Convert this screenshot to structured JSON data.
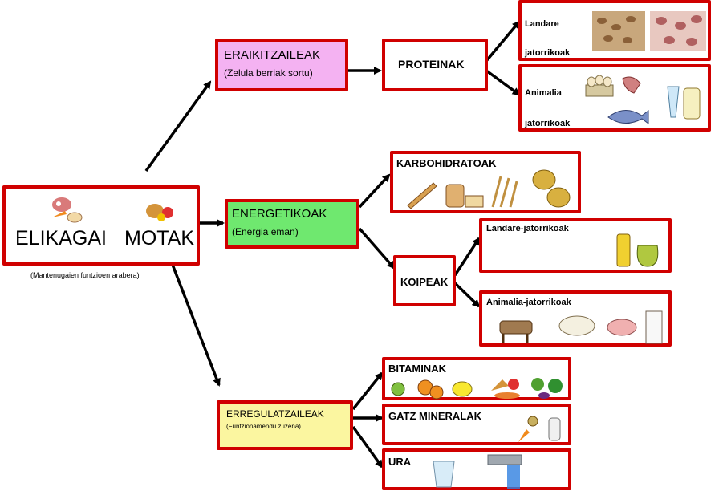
{
  "root": {
    "word1": "ELIKAGAI",
    "word2": "MOTAK",
    "caption": "(Mantenugaien funtzioen arabera)"
  },
  "eraikitzaileak": {
    "title": "ERAIKITZAILEAK",
    "subtitle": "(Zelula berriak sortu)"
  },
  "energetikoak": {
    "title": "ENERGETIKOAK",
    "subtitle": "(Energia eman)"
  },
  "erregulatzaileak": {
    "title": "ERREGULATZAILEAK",
    "subtitle": "(Funtzionamendu zuzena)"
  },
  "proteinak": {
    "title": "PROTEINAK"
  },
  "landare_jatorrikoak_prot": {
    "line1": "Landare",
    "line2": "jatorrikoak"
  },
  "animalia_jatorrikoak_prot": {
    "line1": "Animalia",
    "line2": "jatorrikoak"
  },
  "karbohidratoak": {
    "title": "KARBOHIDRATOAK"
  },
  "koipeak": {
    "title": "KOIPEAK"
  },
  "landare_jatorrikoak_koipe": {
    "title": "Landare-jatorrikoak"
  },
  "animalia_jatorrikoak_koipe": {
    "title": "Animalia-jatorrikoak"
  },
  "bitaminak": {
    "title": "BITAMINAK"
  },
  "gatz_mineralak": {
    "title": "GATZ MINERALAK"
  },
  "ura": {
    "title": "URA"
  },
  "colors": {
    "border": "#d00000",
    "pink": "#f4b2f2",
    "green": "#6fe86f",
    "yellow": "#fbf6a0"
  }
}
